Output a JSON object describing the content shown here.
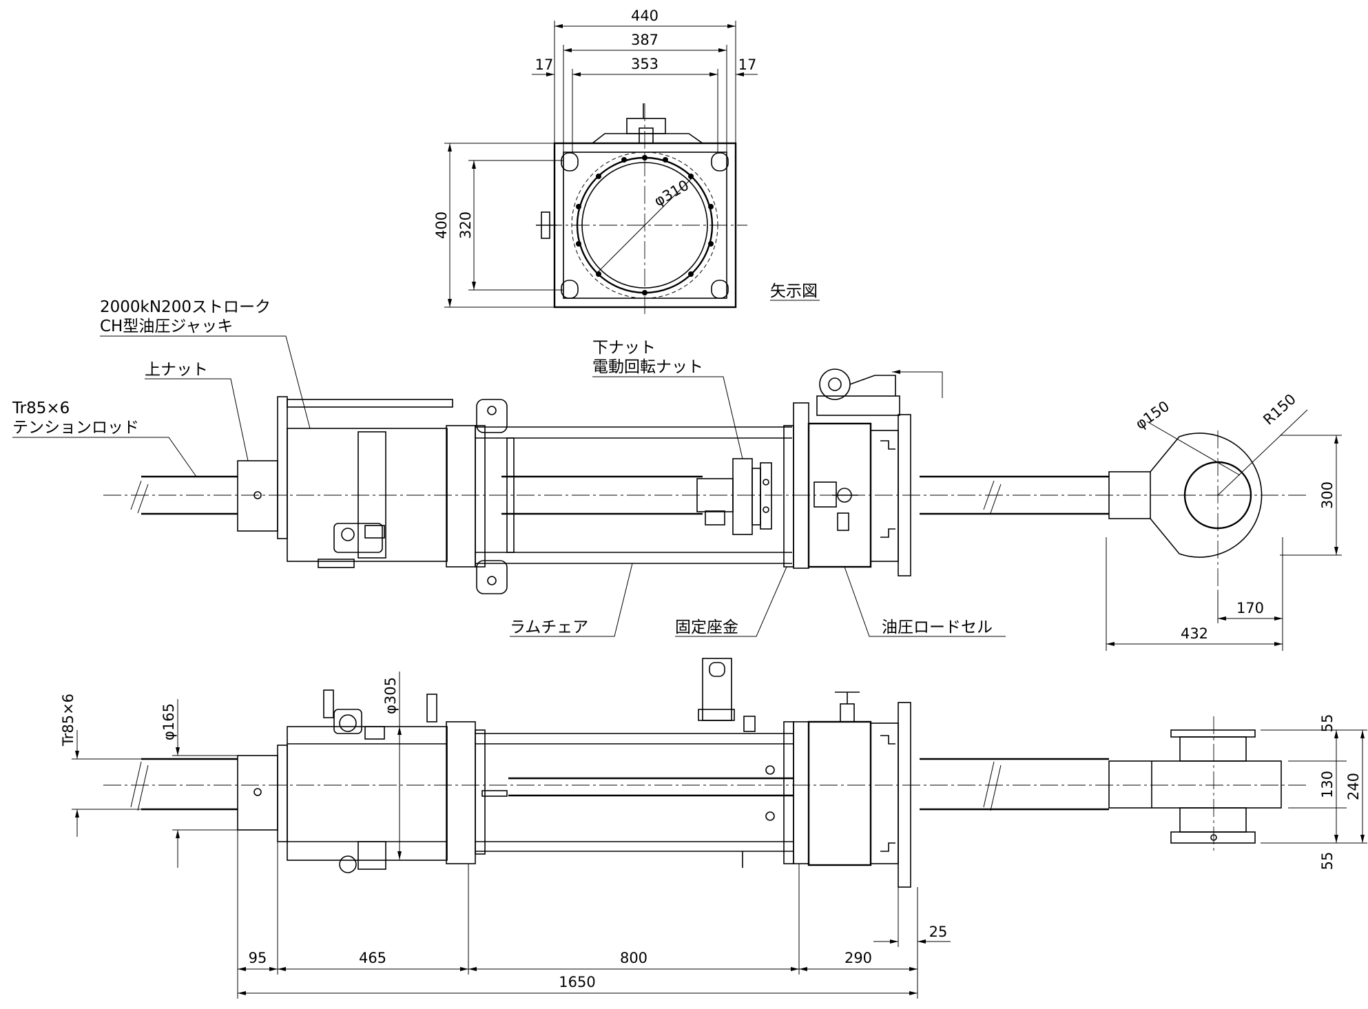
{
  "arrow_view": {
    "title": "矢示図",
    "dims": {
      "w440": "440",
      "w387": "387",
      "w353": "353",
      "w17_left": "17",
      "w17_right": "17",
      "h400": "400",
      "h320": "320",
      "dia310": "φ310"
    }
  },
  "side_view": {
    "labels": {
      "jack_line1": "2000kN200ストローク",
      "jack_line2": "CH型油圧ジャッキ",
      "upper_nut": "上ナット",
      "rod_line1": "Tr85×6",
      "rod_line2": "テンションロッド",
      "lower_nut_line1": "下ナット",
      "lower_nut_line2": "電動回転ナット",
      "ram_chair": "ラムチェア",
      "washer": "固定座金",
      "load_cell": "油圧ロードセル"
    },
    "dims": {
      "dia150": "φ150",
      "r150": "R150",
      "h300": "300",
      "w170": "170",
      "w432": "432"
    }
  },
  "plan_view": {
    "dims": {
      "thread": "Tr85×6",
      "dia165": "φ165",
      "dia305": "φ305",
      "d55_top": "55",
      "d130": "130",
      "d240": "240",
      "d55_bottom": "55",
      "d25": "25",
      "d95": "95",
      "d465": "465",
      "d800": "800",
      "d290": "290",
      "d1650": "1650"
    }
  }
}
